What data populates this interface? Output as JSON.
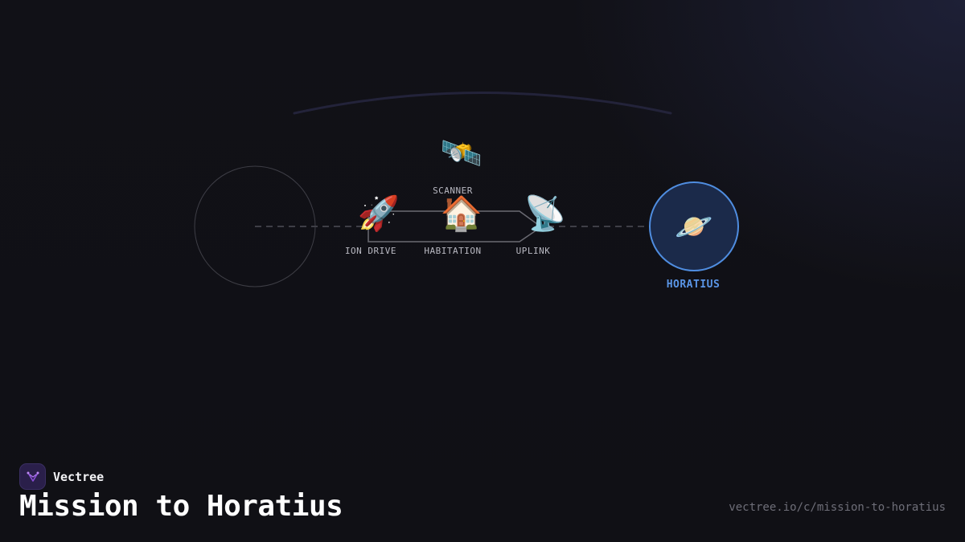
{
  "diagram": {
    "modules": [
      {
        "id": "scanner",
        "label": "SCANNER",
        "icon": "satellite-icon",
        "glyph": "🛰️"
      },
      {
        "id": "ion-drive",
        "label": "ION DRIVE",
        "icon": "rocket-icon",
        "glyph": "🚀"
      },
      {
        "id": "habitation",
        "label": "HABITATION",
        "icon": "house-icon",
        "glyph": "🏠"
      },
      {
        "id": "uplink",
        "label": "UPLINK",
        "icon": "satellite-dish-icon",
        "glyph": "📡"
      }
    ],
    "destination": {
      "label": "HORATIUS",
      "icon": "ringed-planet-icon",
      "glyph": "🪐",
      "color": "#5a95e6"
    }
  },
  "footer": {
    "brand_name": "Vectree",
    "brand_icon": "vectree-logo-icon",
    "title": "Mission to Horatius",
    "url": "vectree.io/c/mission-to-horatius"
  },
  "colors": {
    "background": "#111117",
    "accent": "#4f8de0",
    "brand_purple": "#8b4fd8"
  }
}
